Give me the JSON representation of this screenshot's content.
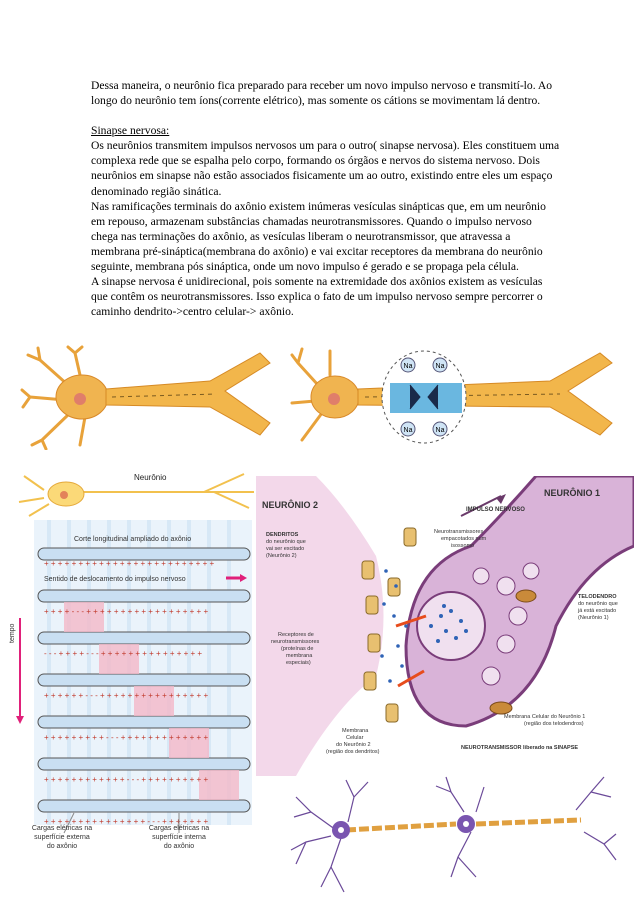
{
  "paragraphs": {
    "p1": "Dessa maneira, o neurônio fica preparado para receber um novo impulso nervoso e transmití-lo. Ao longo do neurônio tem íons(corrente elétrico), mas somente os cátions se movimentam lá dentro.",
    "heading": "Sinapse nervosa:",
    "p2": "Os neurônios transmitem impulsos nervosos um para o outro( sinapse nervosa). Eles constituem uma complexa rede que se espalha pelo corpo, formando os órgãos e nervos do sistema nervoso. Dois neurônios em sinapse não estão associados fisicamente um ao outro, existindo entre eles um espaço denominado região sinática.",
    "p3": "Nas ramificações terminais do axônio existem inúmeras vesículas sinápticas que, em um neurônio em repouso, armazenam substâncias chamadas neurotransmissores. Quando o impulso nervoso chega nas terminações do axônio, as vesículas liberam o neurotransmissor, que atravessa a membrana pré-sináptica(membrana do axônio) e vai excitar receptores da membrana do neurônio seguinte, membrana pós sináptica, onde um novo impulso é gerado e se propaga pela célula.",
    "p4": "A sinapse nervosa é unidirecional, pois somente na extremidade dos axônios existem as vesículas que contêm os neurotransmissores. Isso explica o fato de um impulso nervoso sempre percorrer o caminho dendrito->centro celular-> axônio."
  },
  "fig_top_right": {
    "ion_label": "Na"
  },
  "fig_axon": {
    "neuron_label": "Neurônio",
    "section_label": "Corte longitudinal ampliado do axônio",
    "direction_label": "Sentido de deslocamento do impulso nervoso",
    "time_label": "tempo",
    "caption_outer": [
      "Cargas elétricas na",
      "superfície externa",
      "do axônio"
    ],
    "caption_inner": [
      "Cargas elétricas na",
      "superfície interna",
      "do axônio"
    ]
  },
  "fig_synapse": {
    "neuron2_title": "NEURÔNIO 2",
    "neuron1_title": "NEURÔNIO 1",
    "impulse_label": "IMPULSO NERVOSO",
    "dendrites_label": [
      "DENDRITOS",
      "do neurônio que",
      "vai ser excitado",
      "(Neurônio 2)"
    ],
    "packed_label": [
      "Neurotransmissores",
      "empacotados num",
      "isossomo"
    ],
    "telodendro_label": [
      "TELODENDRO",
      "do neurônio que",
      "já está excitado",
      "(Neurônio 1)"
    ],
    "receptors_label": [
      "Receptores de",
      "neurotransmissores",
      "(proteínas de",
      "membrana",
      "especiais)"
    ],
    "membrane1_label": [
      "Membrana Celular do Neurônio 1",
      "(região dos telodendros)"
    ],
    "membrane2_label": [
      "Membrana",
      "Celular",
      "do Neurônio 2",
      "(região dos dendritos)"
    ],
    "released_label": "NEUROTRANSMISSOR liberado na SINAPSE"
  },
  "colors": {
    "axon_orange": "#e8a23a",
    "axon_light": "#f6c86a",
    "membrane_blue": "#6ab7e0",
    "cell_purple": "#d7b6dc",
    "vesicle_blue": "#2f63b6",
    "neuron_violet": "#6b4a99"
  }
}
